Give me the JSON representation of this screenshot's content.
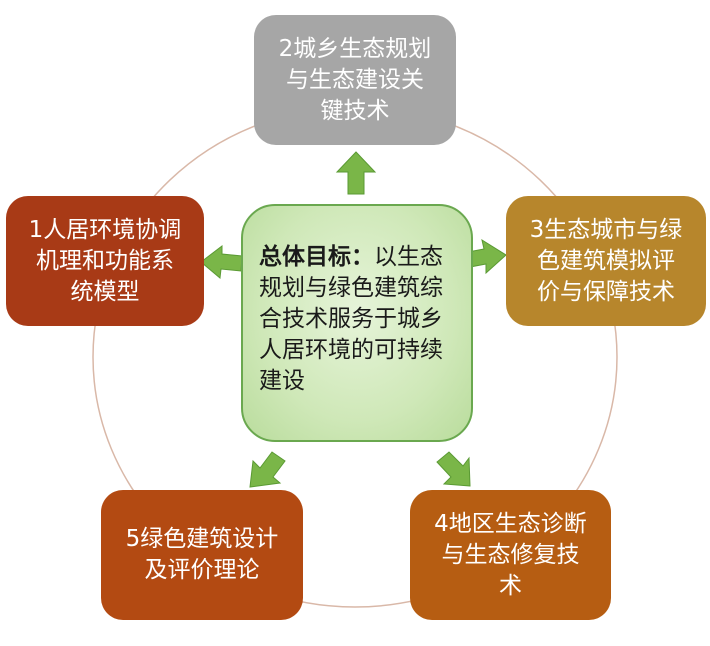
{
  "center": {
    "label": "总体目标：",
    "text": "以生态规划与绿色建筑综合技术服务于城乡人居环境的可持续建设"
  },
  "nodes": [
    {
      "id": "node-2",
      "lines": [
        "2城乡生态规划",
        "与生态建设关",
        "键技术"
      ],
      "color": "#a6a6a6"
    },
    {
      "id": "node-3",
      "lines": [
        "3生态城市与绿",
        "色建筑模拟评",
        "价与保障技术"
      ],
      "color": "#b7862c"
    },
    {
      "id": "node-4",
      "lines": [
        "4地区生态诊断",
        "与生态修复技",
        "术"
      ],
      "color": "#b65d12"
    },
    {
      "id": "node-5",
      "lines": [
        "5绿色建筑设计",
        "及评价理论"
      ],
      "color": "#b34a12"
    },
    {
      "id": "node-1",
      "lines": [
        "1人居环境协调",
        "机理和功能系",
        "统模型"
      ],
      "color": "#a83a16"
    }
  ],
  "colors": {
    "ring": "#d9b8a8",
    "arrow": "#7ab648",
    "arrow_stroke": "#5a9a33"
  }
}
